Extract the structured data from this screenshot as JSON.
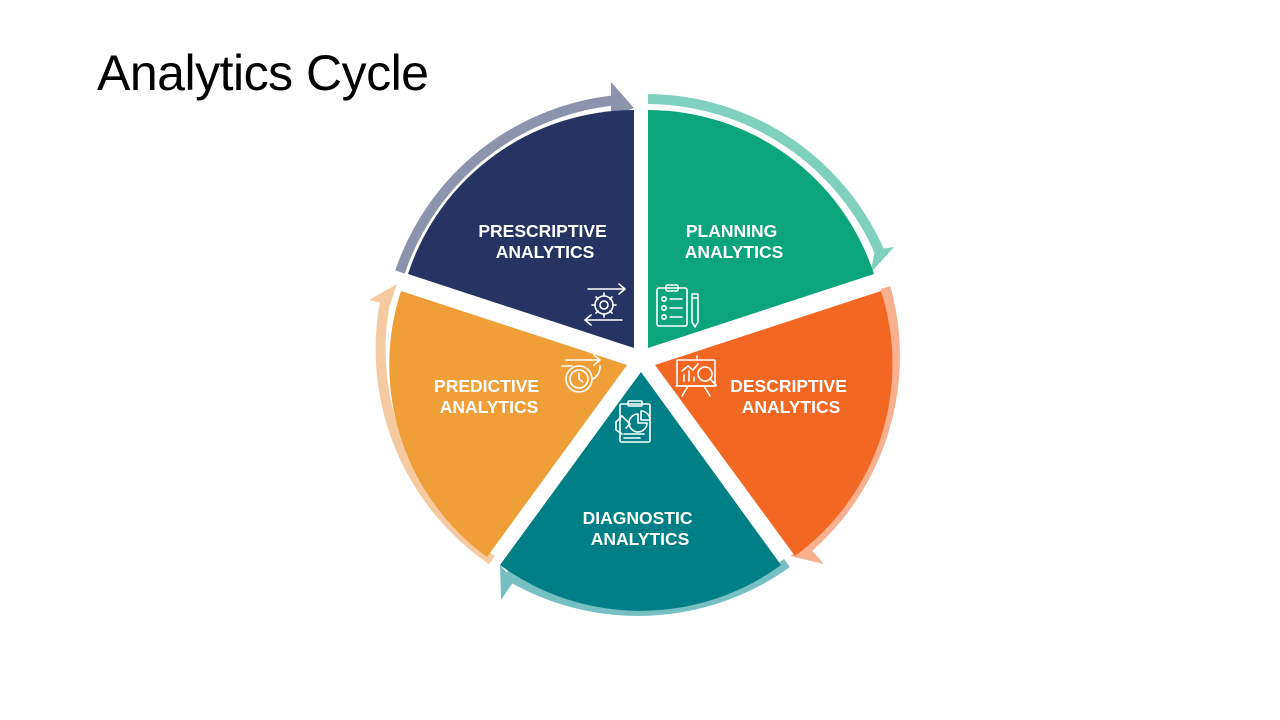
{
  "title": "Analytics Cycle",
  "segments": [
    {
      "key": "planning",
      "line1": "PLANNING",
      "line2": "ANALYTICS",
      "color": "#0ca57b",
      "ring": "#7fd1bd",
      "icon": "clipboard-checklist-icon"
    },
    {
      "key": "descriptive",
      "line1": "DESCRIPTIVE",
      "line2": "ANALYTICS",
      "color": "#f26722",
      "ring": "#f8b08e",
      "icon": "presentation-chart-search-icon"
    },
    {
      "key": "diagnostic",
      "line1": "DIAGNOSTIC",
      "line2": "ANALYTICS",
      "color": "#007f86",
      "ring": "#76bfc2",
      "icon": "report-pie-hand-icon"
    },
    {
      "key": "predictive",
      "line1": "PREDICTIVE",
      "line2": "ANALYTICS",
      "color": "#ef9e38",
      "ring": "#f6caa0",
      "icon": "clock-forward-icon"
    },
    {
      "key": "prescriptive",
      "line1": "PRESCRIPTIVE",
      "line2": "ANALYTICS",
      "color": "#263363",
      "ring": "#8c93ad",
      "icon": "gear-arrows-icon"
    }
  ]
}
